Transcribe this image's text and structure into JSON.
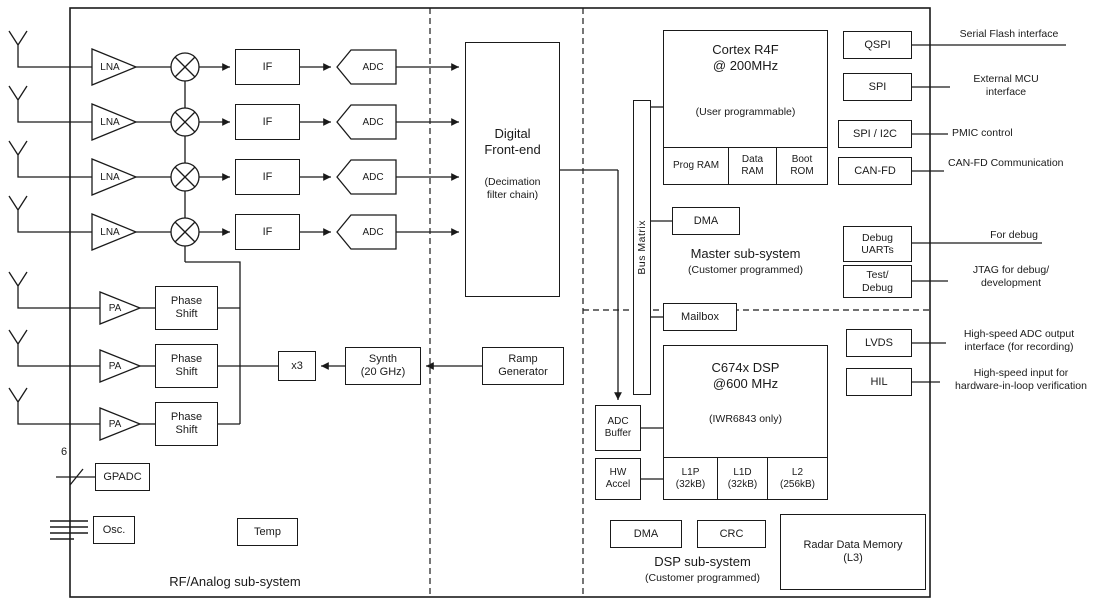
{
  "labels": {
    "rf_subsystem": "RF/Analog sub-system",
    "master_subsystem": "Master sub-system",
    "master_subsystem_note": "(Customer programmed)",
    "dsp_subsystem": "DSP sub-system",
    "dsp_subsystem_note": "(Customer programmed)"
  },
  "rx_chain": {
    "lna": "LNA",
    "if_stage": "IF",
    "adc": "ADC"
  },
  "tx_chain": {
    "pa": "PA",
    "phase_shift": "Phase\nShift"
  },
  "lo_chain": {
    "multiplier": "x3",
    "synth": "Synth\n(20 GHz)",
    "ramp": "Ramp\nGenerator"
  },
  "misc_analog": {
    "gpadc": "GPADC",
    "gpadc_channels": "6",
    "osc": "Osc.",
    "temp": "Temp"
  },
  "dfe": {
    "title": "Digital\nFront-end",
    "note": "(Decimation\nfilter chain)"
  },
  "bus_matrix": {
    "label": "Bus Matrix"
  },
  "master": {
    "cpu_title": "Cortex R4F\n@ 200MHz",
    "cpu_note": "(User programmable)",
    "prog_ram": "Prog RAM",
    "data_ram": "Data\nRAM",
    "boot_rom": "Boot\nROM",
    "dma": "DMA",
    "mailbox": "Mailbox"
  },
  "dsp": {
    "title": "C674x DSP\n@600 MHz",
    "note": "(IWR6843 only)",
    "l1p": "L1P\n(32kB)",
    "l1d": "L1D\n(32kB)",
    "l2": "L2\n(256kB)",
    "adc_buffer": "ADC\nBuffer",
    "hw_accel": "HW\nAccel",
    "dma": "DMA",
    "crc": "CRC",
    "l3": "Radar Data Memory\n(L3)"
  },
  "interfaces": [
    {
      "label": "QSPI",
      "annotation": "Serial Flash interface"
    },
    {
      "label": "SPI",
      "annotation": "External MCU\ninterface"
    },
    {
      "label": "SPI / I2C",
      "annotation": "PMIC control"
    },
    {
      "label": "CAN-FD",
      "annotation": "CAN-FD Communication"
    },
    {
      "label": "Debug\nUARTs",
      "annotation": "For debug"
    },
    {
      "label": "Test/\nDebug",
      "annotation": "JTAG for debug/\ndevelopment"
    },
    {
      "label": "LVDS",
      "annotation": "High-speed ADC output\ninterface (for recording)"
    },
    {
      "label": "HIL",
      "annotation": "High-speed input for\nhardware-in-loop verification"
    }
  ]
}
